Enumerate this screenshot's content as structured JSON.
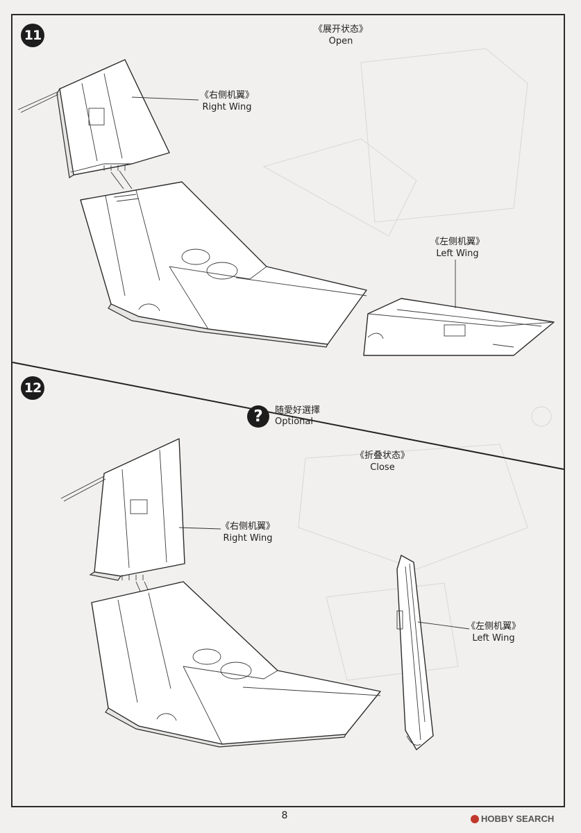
{
  "steps": {
    "step11": {
      "number": "11",
      "state_cn": "《展开状态》",
      "state_en": "Open",
      "right_wing_cn": "《右侧机翼》",
      "right_wing_en": "Right Wing",
      "left_wing_cn": "《左侧机翼》",
      "left_wing_en": "Left Wing"
    },
    "step12": {
      "number": "12",
      "optional_cn": "随愛好選擇",
      "optional_en": "Optional",
      "state_cn": "《折叠状态》",
      "state_en": "Close",
      "right_wing_cn": "《右侧机翼》",
      "right_wing_en": "Right Wing",
      "left_wing_cn": "《左侧机翼》",
      "left_wing_en": "Left Wing"
    }
  },
  "page_number": "8",
  "watermark": "HOBBY SEARCH"
}
